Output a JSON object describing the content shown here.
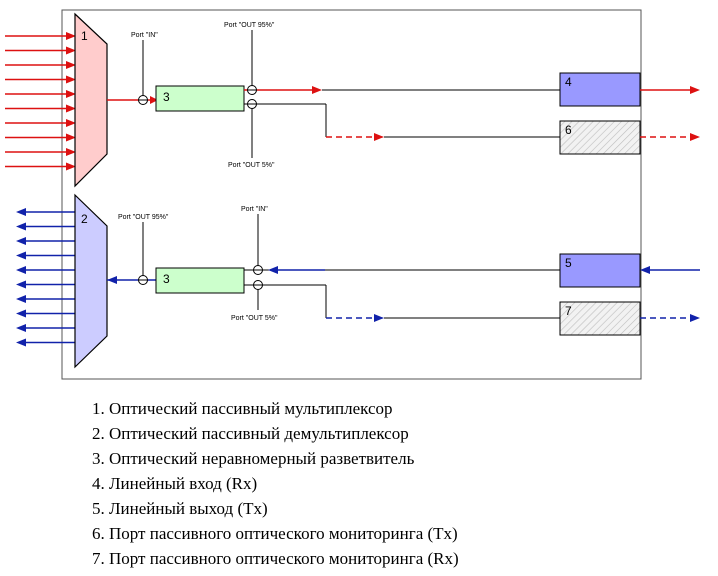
{
  "diagram": {
    "blocks": {
      "mux": "1",
      "demux": "2",
      "splitter_tx": "3",
      "splitter_rx": "3",
      "line_in": "4",
      "line_out": "5",
      "monitor_tx": "6",
      "monitor_rx": "7"
    },
    "ports": {
      "upper_in": "Port \"IN\"",
      "upper_out95": "Port \"OUT 95%\"",
      "upper_out5": "Port \"OUT 5%\"",
      "lower_out95": "Port \"OUT 95%\"",
      "lower_in": "Port \"IN\"",
      "lower_out5": "Port \"OUT 5%\""
    },
    "colors": {
      "mux_fill": "#ffcccc",
      "demux_fill": "#ccccff",
      "splitter_fill": "#ccffcc",
      "line_block_fill": "#9999ff",
      "monitor_fill": "#eeeeee",
      "tx_arrow": "#dd1111",
      "rx_arrow": "#1122aa"
    }
  },
  "legend": [
    "1. Оптический пассивный мультиплексор",
    "2. Оптический пассивный демультиплексор",
    "3. Оптический неравномерный разветвитель",
    "4. Линейный вход (Rx)",
    "5. Линейный выход (Tx)",
    "6. Порт пассивного оптического мониторинга (Tx)",
    "7. Порт пассивного оптического мониторинга (Rx)"
  ]
}
